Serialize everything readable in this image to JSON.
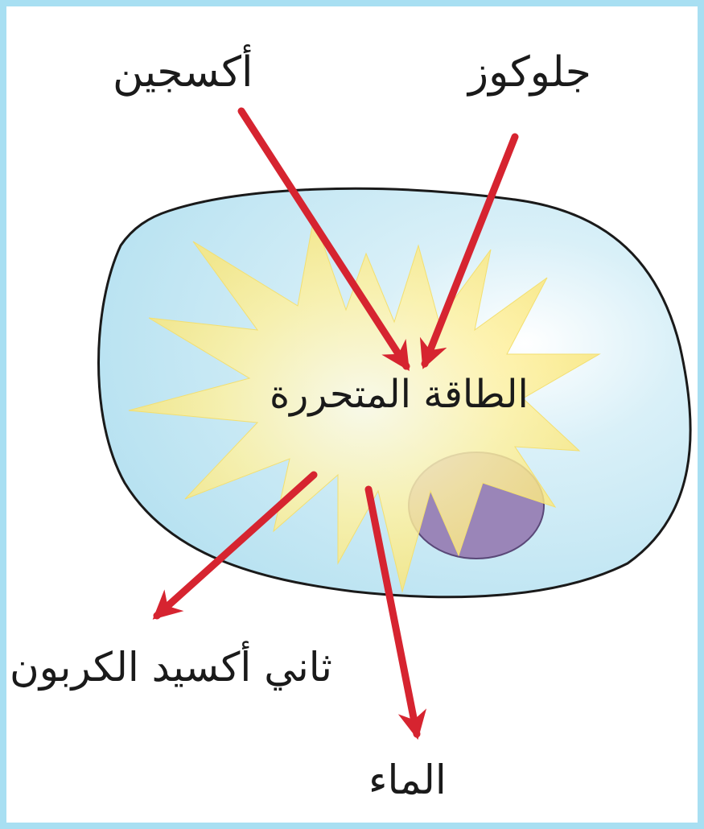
{
  "labels": {
    "oxygen": "أكسجين",
    "glucose": "جلوكوز",
    "energy": "الطاقة المتحررة",
    "carbon_dioxide": "ثاني أكسيد الكربون",
    "water": "الماء"
  },
  "colors": {
    "border": "#a8dff2",
    "cell_fill": "#bfe5f2",
    "nucleus_fill": "#9a85b8",
    "burst_fill": "#fff3a6",
    "arrow": "#d62430",
    "outline": "#1a1a1a"
  }
}
